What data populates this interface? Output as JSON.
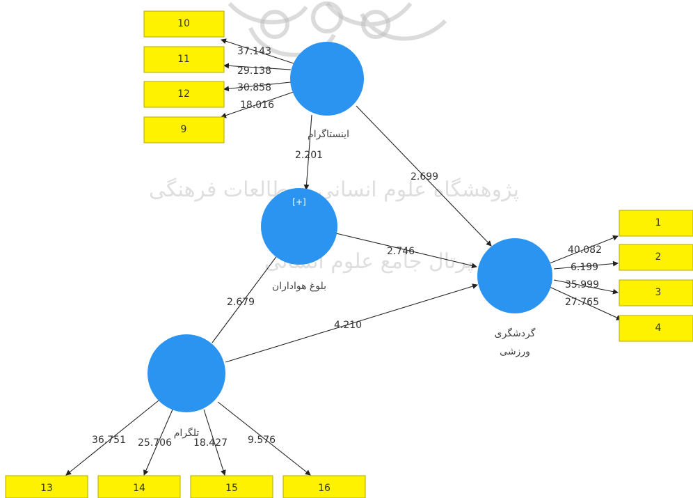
{
  "latents": {
    "instagram": {
      "name": "اینستاگرام"
    },
    "fan_maturity": {
      "name": "بلوغ هواداران",
      "expand": "[+]"
    },
    "telegram": {
      "name": "تلگرام"
    },
    "sport_tourism": {
      "name_line1": "گردشگری",
      "name_line2": "ورزشی"
    }
  },
  "indicators": {
    "i10": "10",
    "i11": "11",
    "i12": "12",
    "i9": "9",
    "i1": "1",
    "i2": "2",
    "i3": "3",
    "i4": "4",
    "i13": "13",
    "i14": "14",
    "i15": "15",
    "i16": "16"
  },
  "loadings": {
    "inst_10": "37.143",
    "inst_11": "29.138",
    "inst_12": "30.858",
    "inst_9": "18.016",
    "st_1": "40.082",
    "st_2": "6.199",
    "st_3": "35.999",
    "st_4": "27.765",
    "tel_13": "36.751",
    "tel_14": "25.706",
    "tel_15": "18.427",
    "tel_16": "9.576"
  },
  "paths": {
    "inst_fan": "2.201",
    "inst_st": "2.699",
    "fan_st": "2.746",
    "tel_fan": "2.679",
    "tel_st": "4.210"
  },
  "watermark": {
    "text_line1": "پژوهشگاه علوم انسانی ومطالعات فرهنگی",
    "text_line2": "پرتال جامع علوم انسانی"
  },
  "colors": {
    "latent": "#2b94f0",
    "indicator": "#fff200",
    "edge": "#222222"
  }
}
